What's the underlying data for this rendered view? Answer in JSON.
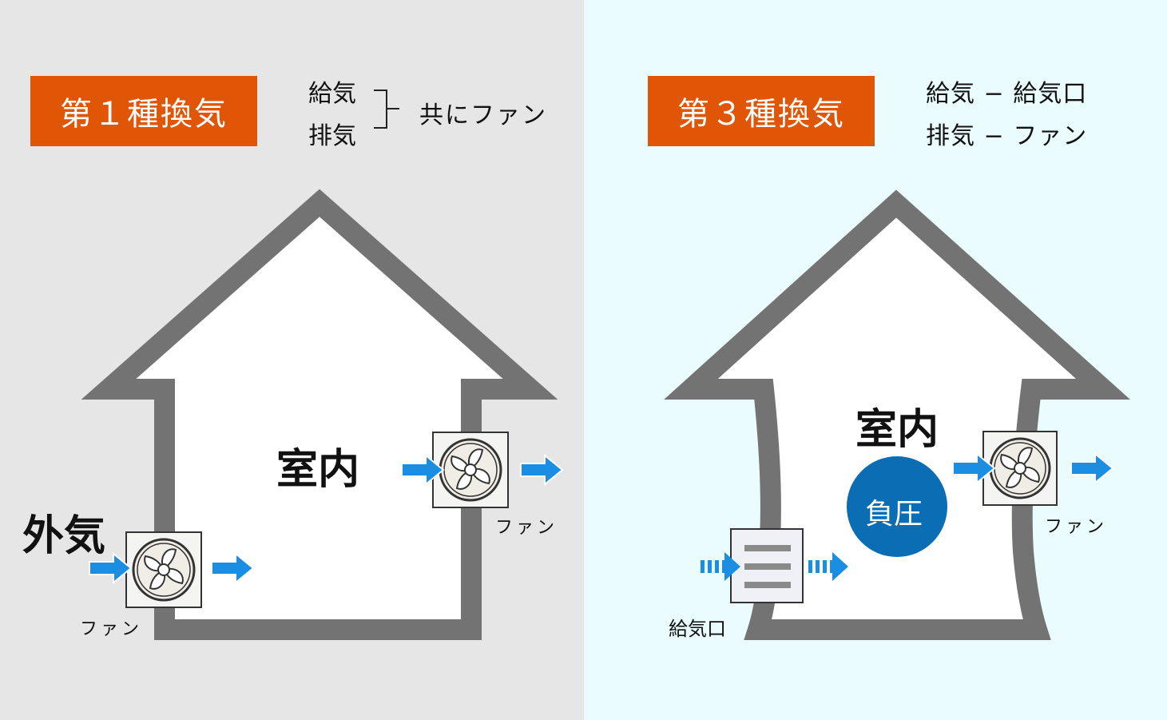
{
  "colors": {
    "left_bg": "#e6e6e6",
    "right_bg": "#eafcfd",
    "title_bg": "#e05506",
    "wall": "#737373",
    "arrow": "#1a8ee3",
    "negative_pressure": "#0b6db4"
  },
  "left": {
    "title": "第１種換気",
    "supply_label": "給気",
    "exhaust_label": "排気",
    "both_label": "共にファン",
    "outside_air": "外気",
    "indoor": "室内",
    "fan_left_label": "ファン",
    "fan_right_label": "ファン"
  },
  "right": {
    "title": "第３種換気",
    "legend_supply": "給気 − 給気口",
    "legend_exhaust": "排気 − ファン",
    "indoor": "室内",
    "negative_pressure": "負圧",
    "fan_label": "ファン",
    "vent_label": "給気口"
  },
  "icons": [
    "fan-icon",
    "vent-grille-icon",
    "arrow-icon",
    "dashed-arrow-icon"
  ]
}
